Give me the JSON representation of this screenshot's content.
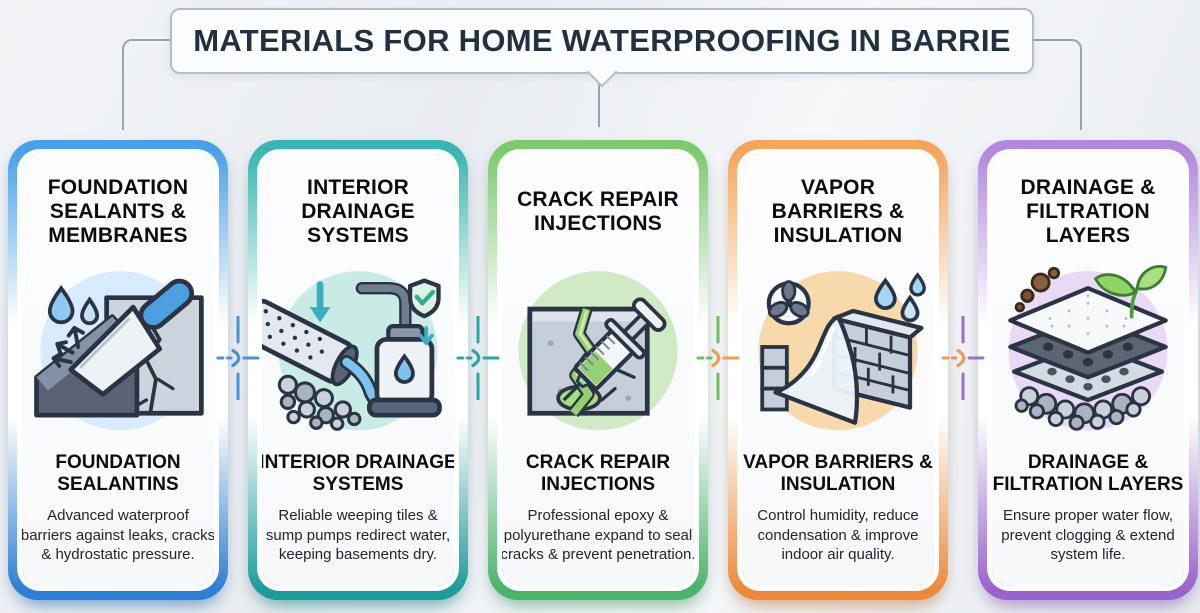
{
  "title": "MATERIALS FOR HOME WATERPROOFING IN BARRIE",
  "background_color": "#eef0f4",
  "connector_line_color": "#9aa4b0",
  "cards": [
    {
      "heading": "FOUNDATION SEALANTS & MEMBRANES",
      "subheading": "FOUNDATION SEALANTINS",
      "body": "Advanced waterproof barriers against leaks, cracks & hydrostatic pressure.",
      "icon": "trowel-sealing-cracked-wall-icon",
      "accent_top": "#4aa0e8",
      "accent_bottom": "#2f7fd3",
      "icon_bg": "#d8ebfc"
    },
    {
      "heading": "INTERIOR DRAINAGE SYSTEMS",
      "subheading": "INTERIOR DRAINAGE SYSTEMS",
      "body": "Reliable weeping tiles & sump pumps redirect water, keeping basements dry.",
      "icon": "weeping-tile-sump-pump-icon",
      "accent_top": "#38b6af",
      "accent_bottom": "#1e9c9c",
      "icon_bg": "#c9ebe6"
    },
    {
      "heading": "CRACK REPAIR INJECTIONS",
      "subheading": "CRACK REPAIR INJECTIONS",
      "body": "Professional epoxy & polyurethane expand to seal cracks & prevent penetration.",
      "icon": "epoxy-injection-syringe-icon",
      "accent_top": "#7cc96f",
      "accent_bottom": "#4cb36c",
      "icon_bg": "#cfeac4"
    },
    {
      "heading": "VAPOR BARRIERS & INSULATION",
      "subheading": "VAPOR BARRIERS & INSULATION",
      "body": "Control humidity, reduce condensation & improve indoor air quality.",
      "icon": "vapor-barrier-wall-icon",
      "accent_top": "#f5a45c",
      "accent_bottom": "#ec8a3c",
      "icon_bg": "#f8d9ab"
    },
    {
      "heading": "DRAINAGE & FILTRATION LAYERS",
      "subheading": "DRAINAGE & FILTRATION LAYERS",
      "body": "Ensure proper water flow, prevent clogging & extend system life.",
      "icon": "filtration-layers-icon",
      "accent_top": "#b287dd",
      "accent_bottom": "#9a63cc",
      "icon_bg": "#e9d8f6"
    }
  ],
  "flow_arrows": [
    {
      "ticks": "#4a90d9",
      "dashes": "#4a90d9",
      "arrow": "#4a90d9",
      "trail": "#4a90d9"
    },
    {
      "ticks": "#2aa7a5",
      "dashes": "#2aa7a5",
      "arrow": "#2aa7a5",
      "trail": "#2aa7a5"
    },
    {
      "ticks": "#6fbf5f",
      "dashes": "#6fbf5f",
      "arrow": "#f0a04b",
      "trail": "#f0a04b"
    },
    {
      "ticks": "#9b6fc9",
      "dashes": "#e9995a",
      "arrow": "#e9995a",
      "trail": "#9b6fc9"
    }
  ]
}
